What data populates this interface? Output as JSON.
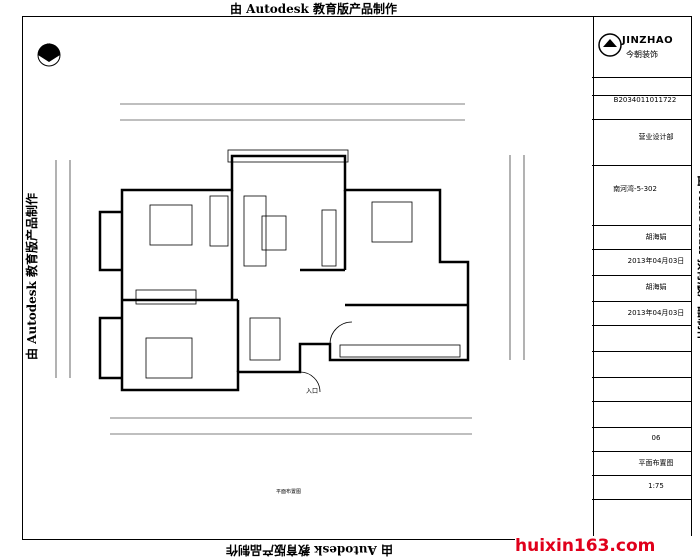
{
  "watermark": "由 Autodesk 教育版产品制作",
  "north": {
    "label": "北"
  },
  "company": {
    "name": "JINZHAO",
    "subtitle": "今朝装饰"
  },
  "titleblock": {
    "contract_no": "B2034011011722",
    "designer_unit": "营业设计部",
    "project": "南河湾-5-302",
    "rows": [
      {
        "value": "胡海娟"
      },
      {
        "value": "2013年04月03日"
      },
      {
        "value": "胡海娟"
      },
      {
        "value": "2013年04月03日"
      },
      {
        "value": ""
      },
      {
        "value": ""
      },
      {
        "value": ""
      },
      {
        "value": ""
      },
      {
        "value": "06"
      },
      {
        "value": "平面布置图"
      },
      {
        "value": "1:75"
      }
    ]
  },
  "plan": {
    "caption": "平面布置图",
    "entry": "入口"
  },
  "footer": {
    "site": "huixin163.com"
  }
}
